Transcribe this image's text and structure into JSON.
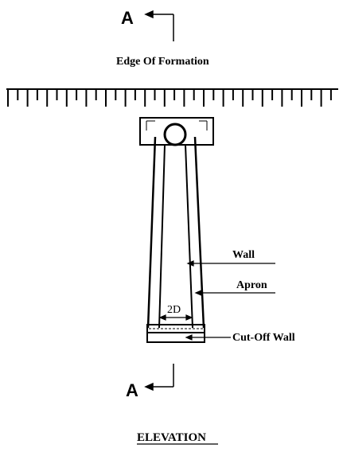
{
  "section_marker_top": "A",
  "section_marker_bottom": "A",
  "edge_label": "Edge Of Formation",
  "labels": {
    "wall": "Wall",
    "apron": "Apron",
    "width": "2D",
    "cutoff": "Cut-Off Wall"
  },
  "title": "ELEVATION"
}
